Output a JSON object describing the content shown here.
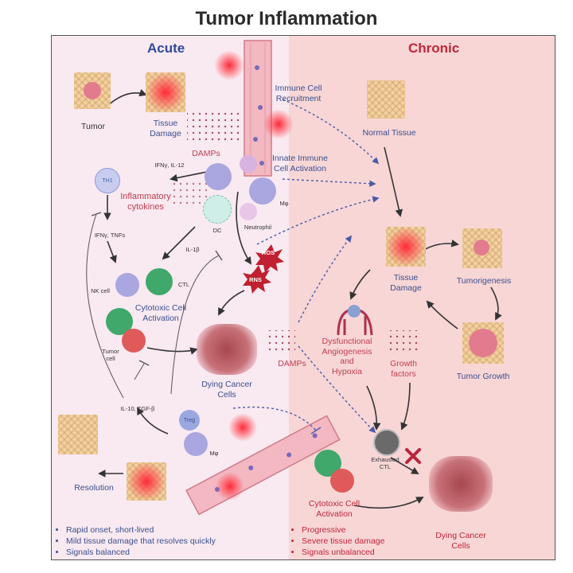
{
  "title": "Tumor Inflammation",
  "acute": {
    "header": "Acute",
    "tumor": "Tumor",
    "tissue_damage": "Tissue\nDamage",
    "damps": "DAMPs",
    "immune_recruit": "Immune Cell\nRecruitment",
    "innate": "Innate Immune\nCell Activation",
    "ifn_il12": "IFNγ, IL-12",
    "th1": "TH1",
    "cytokines": "Inflammatory\ncytokines",
    "mphi": "Mφ",
    "dc": "DC",
    "neutrophil": "Neutrophil",
    "ifn_tnf": "IFNγ, TNFs",
    "il1b": "IL-1β",
    "nk": "NK cell",
    "ctl": "CTL",
    "cytotoxic": "Cytotoxic Cell\nActivation",
    "tumor_cell": "Tumor\ncell",
    "ros": "ROS",
    "rns": "RNS",
    "dying": "Dying Cancer\nCells",
    "il10": "IL-10, TGF-β",
    "treg": "Treg",
    "mphi2": "Mφ",
    "resolution": "Resolution",
    "bullets": [
      "Rapid onset, short-lived",
      "Mild tissue damage that resolves quickly",
      "Signals balanced"
    ]
  },
  "chronic": {
    "header": "Chronic",
    "normal": "Normal Tissue",
    "tissue_damage": "Tissue\nDamage",
    "tumorigenesis": "Tumorigenesis",
    "tumor_growth": "Tumor Growth",
    "dysfunctional": "Dysfunctional\nAngiogenesis\nand\nHypoxia",
    "growth": "Growth\nfactors",
    "damps": "DAMPs",
    "exhausted": "Exhausted\nCTL",
    "cytotoxic": "Cytotoxic Cell\nActivation",
    "dying": "Dying Cancer\nCells",
    "bullets": [
      "Progressive",
      "Severe tissue damage",
      "Signals unbalanced"
    ]
  },
  "colors": {
    "acute_bg": "#f9e9f1",
    "chronic_bg": "#f8d6d6",
    "acute_text": "#2e4a9e",
    "chronic_text": "#c0263a"
  }
}
